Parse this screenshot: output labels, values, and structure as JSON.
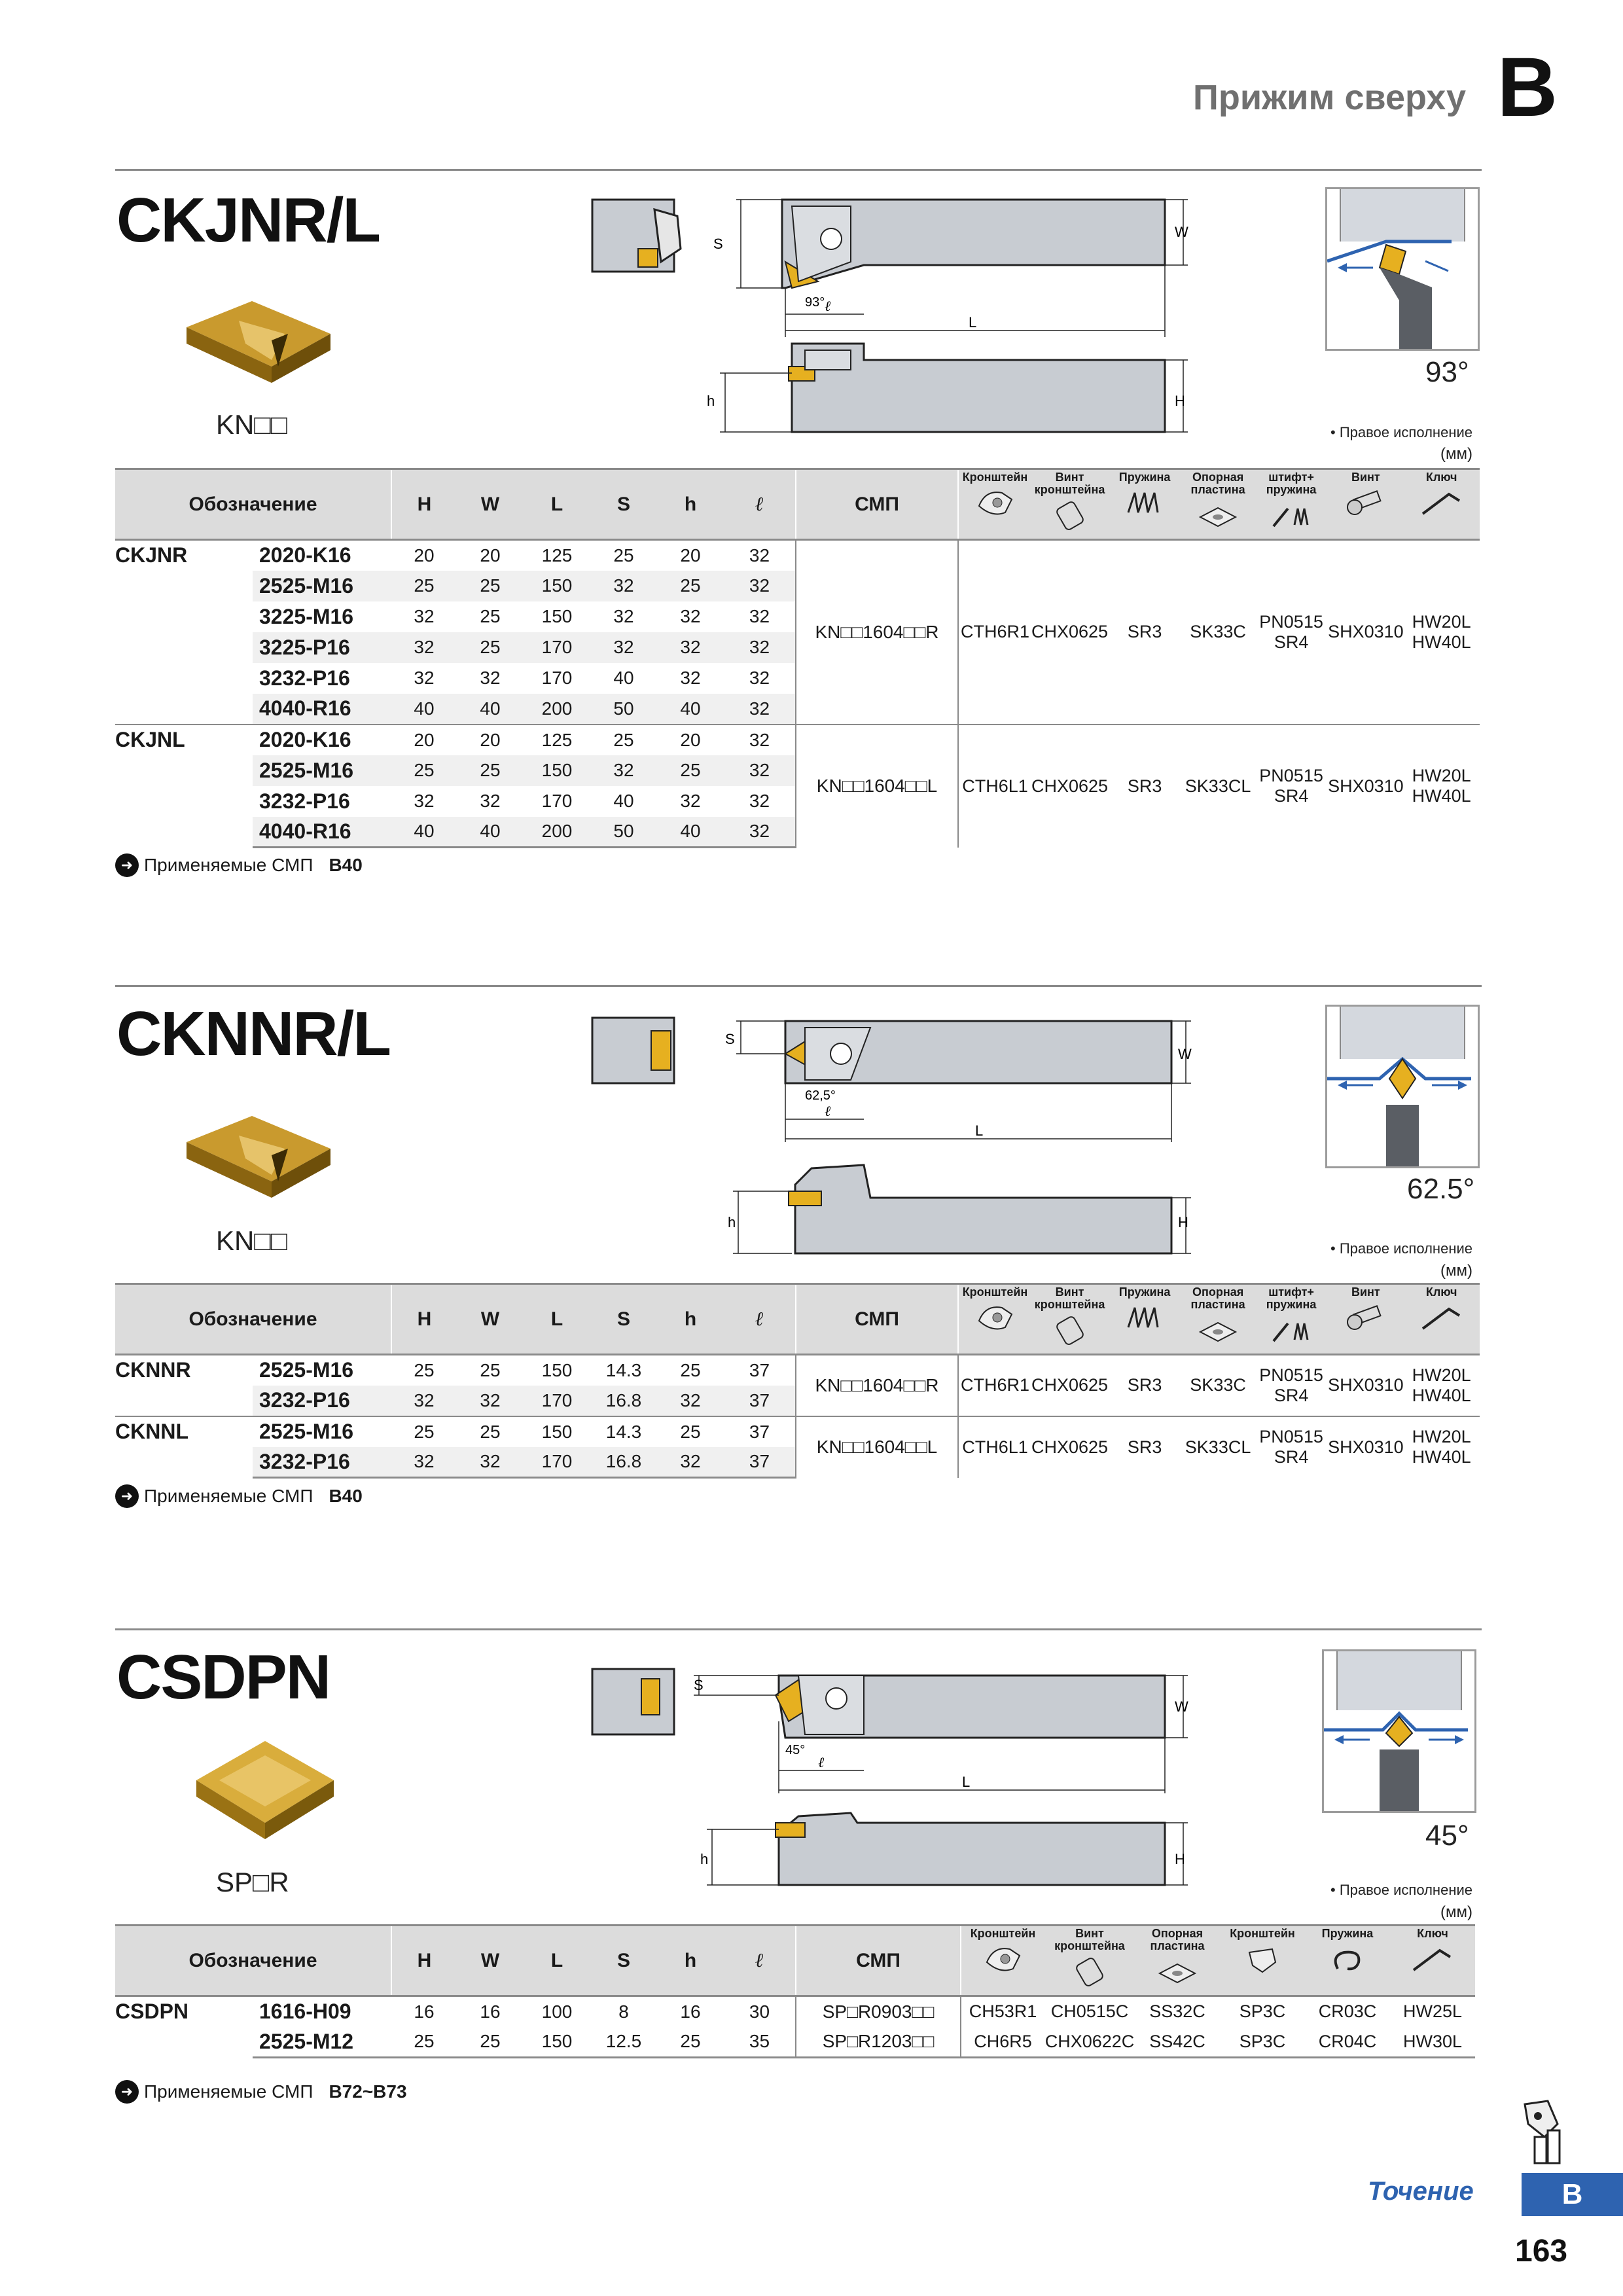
{
  "header": {
    "title": "Прижим сверху",
    "letter": "B"
  },
  "columns": {
    "designation": "Обозначение",
    "dims": [
      "H",
      "W",
      "L",
      "S",
      "h",
      "ℓ"
    ],
    "insert": "СМП"
  },
  "common": {
    "right_hand_note": "• Правое исполнение",
    "units": "(мм)",
    "applicable_label": "Применяемые СМП"
  },
  "sections": [
    {
      "title": "CKJNR/L",
      "insert_code": "KN□□",
      "angle": "93°",
      "dim_angle": "93°",
      "parts": [
        {
          "name": "Кронштейн",
          "icon": "clamp-bracket-icon"
        },
        {
          "name": "Винт кронштейна",
          "icon": "clamp-screw-icon"
        },
        {
          "name": "Пружина",
          "icon": "spring-icon"
        },
        {
          "name": "Опорная пластина",
          "icon": "shim-plate-icon"
        },
        {
          "name": "штифт+ пружина",
          "icon": "pin-spring-icon"
        },
        {
          "name": "Винт",
          "icon": "screw-icon"
        },
        {
          "name": "Ключ",
          "icon": "wrench-icon"
        }
      ],
      "groups": [
        {
          "series": "CKJNR",
          "insert": "KN□□1604□□R",
          "parts": [
            "CTH6R1",
            "CHX0625",
            "SR3",
            "SK33C",
            "PN0515 SR4",
            "SHX0310",
            "HW20L HW40L"
          ],
          "rows": [
            {
              "code": "2020-K16",
              "d": [
                "20",
                "20",
                "125",
                "25",
                "20",
                "32"
              ]
            },
            {
              "code": "2525-M16",
              "d": [
                "25",
                "25",
                "150",
                "32",
                "25",
                "32"
              ]
            },
            {
              "code": "3225-M16",
              "d": [
                "32",
                "25",
                "150",
                "32",
                "32",
                "32"
              ]
            },
            {
              "code": "3225-P16",
              "d": [
                "32",
                "25",
                "170",
                "32",
                "32",
                "32"
              ]
            },
            {
              "code": "3232-P16",
              "d": [
                "32",
                "32",
                "170",
                "40",
                "32",
                "32"
              ]
            },
            {
              "code": "4040-R16",
              "d": [
                "40",
                "40",
                "200",
                "50",
                "40",
                "32"
              ]
            }
          ]
        },
        {
          "series": "CKJNL",
          "insert": "KN□□1604□□L",
          "parts": [
            "CTH6L1",
            "CHX0625",
            "SR3",
            "SK33CL",
            "PN0515 SR4",
            "SHX0310",
            "HW20L HW40L"
          ],
          "rows": [
            {
              "code": "2020-K16",
              "d": [
                "20",
                "20",
                "125",
                "25",
                "20",
                "32"
              ]
            },
            {
              "code": "2525-M16",
              "d": [
                "25",
                "25",
                "150",
                "32",
                "25",
                "32"
              ]
            },
            {
              "code": "3232-P16",
              "d": [
                "32",
                "32",
                "170",
                "40",
                "32",
                "32"
              ]
            },
            {
              "code": "4040-R16",
              "d": [
                "40",
                "40",
                "200",
                "50",
                "40",
                "32"
              ]
            }
          ]
        }
      ],
      "applicable": "B40"
    },
    {
      "title": "CKNNR/L",
      "insert_code": "KN□□",
      "angle": "62.5°",
      "dim_angle": "62,5°",
      "parts": [
        {
          "name": "Кронштейн",
          "icon": "clamp-bracket-icon"
        },
        {
          "name": "Винт кронштейна",
          "icon": "clamp-screw-icon"
        },
        {
          "name": "Пружина",
          "icon": "spring-icon"
        },
        {
          "name": "Опорная пластина",
          "icon": "shim-plate-icon"
        },
        {
          "name": "штифт+ пружина",
          "icon": "pin-spring-icon"
        },
        {
          "name": "Винт",
          "icon": "screw-icon"
        },
        {
          "name": "Ключ",
          "icon": "wrench-icon"
        }
      ],
      "groups": [
        {
          "series": "CKNNR",
          "insert": "KN□□1604□□R",
          "parts": [
            "CTH6R1",
            "CHX0625",
            "SR3",
            "SK33C",
            "PN0515 SR4",
            "SHX0310",
            "HW20L HW40L"
          ],
          "rows": [
            {
              "code": "2525-M16",
              "d": [
                "25",
                "25",
                "150",
                "14.3",
                "25",
                "37"
              ]
            },
            {
              "code": "3232-P16",
              "d": [
                "32",
                "32",
                "170",
                "16.8",
                "32",
                "37"
              ]
            }
          ]
        },
        {
          "series": "CKNNL",
          "insert": "KN□□1604□□L",
          "parts": [
            "CTH6L1",
            "CHX0625",
            "SR3",
            "SK33CL",
            "PN0515 SR4",
            "SHX0310",
            "HW20L HW40L"
          ],
          "rows": [
            {
              "code": "2525-M16",
              "d": [
                "25",
                "25",
                "150",
                "14.3",
                "25",
                "37"
              ]
            },
            {
              "code": "3232-P16",
              "d": [
                "32",
                "32",
                "170",
                "16.8",
                "32",
                "37"
              ]
            }
          ]
        }
      ],
      "applicable": "B40"
    },
    {
      "title": "CSDPN",
      "insert_code": "SP□R",
      "angle": "45°",
      "dim_angle": "45°",
      "parts": [
        {
          "name": "Кронштейн",
          "icon": "clamp-bracket-icon"
        },
        {
          "name": "Винт кронштейна",
          "icon": "clamp-screw-icon"
        },
        {
          "name": "Опорная пластина",
          "icon": "shim-plate-icon"
        },
        {
          "name": "Кронштейн",
          "icon": "clamp-bracket-icon"
        },
        {
          "name": "Пружина",
          "icon": "spring-icon"
        },
        {
          "name": "Ключ",
          "icon": "wrench-icon"
        }
      ],
      "groups": [
        {
          "series": "CSDPN",
          "rows": [
            {
              "code": "1616-H09",
              "d": [
                "16",
                "16",
                "100",
                "8",
                "16",
                "30"
              ],
              "insert": "SP□R0903□□",
              "parts": [
                "CH53R1",
                "CH0515C",
                "SS32C",
                "SP3C",
                "CR03C",
                "HW25L"
              ]
            },
            {
              "code": "2525-M12",
              "d": [
                "25",
                "25",
                "150",
                "12.5",
                "25",
                "35"
              ],
              "insert": "SP□R1203□□",
              "parts": [
                "CH6R5",
                "CHX0622C",
                "SS42C",
                "SP3C",
                "CR04C",
                "HW30L"
              ]
            }
          ]
        }
      ],
      "applicable": "B72~B73"
    }
  ],
  "footer": {
    "label": "Точение",
    "tab": "B",
    "page": "163"
  }
}
